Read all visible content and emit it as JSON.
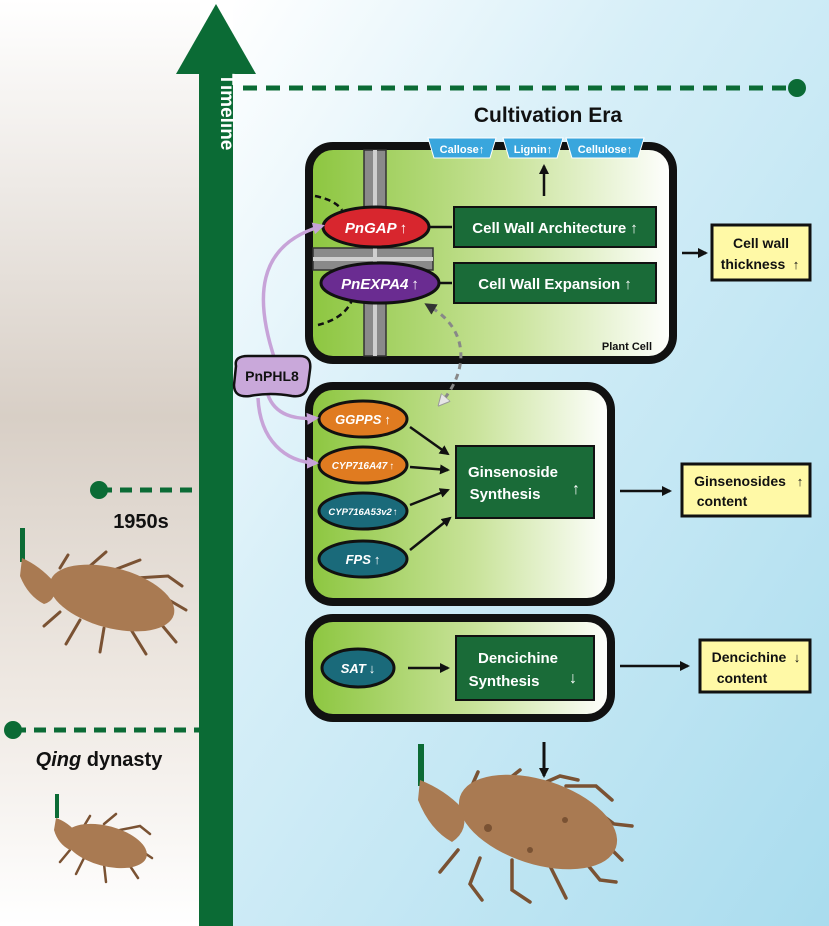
{
  "timeline": {
    "axis_label": "Timeline",
    "eras": [
      {
        "id": "cultivation",
        "label": "Cultivation Era"
      },
      {
        "id": "1950s",
        "label": "1950s"
      },
      {
        "id": "qing",
        "label_italic": "Qing",
        "label_rest": " dynasty"
      }
    ]
  },
  "plant_cell": {
    "label": "Plant Cell",
    "wall_components": [
      "Callose↑",
      "Lignin↑",
      "Cellulose↑"
    ],
    "genes": [
      {
        "name": "PnGAP",
        "arrow": "↑",
        "color": "#d8262e"
      },
      {
        "name": "PnEXPA4",
        "arrow": "↑",
        "color": "#6a2c91"
      }
    ],
    "processes": [
      {
        "label": "Cell Wall Architecture",
        "arrow": "↑"
      },
      {
        "label": "Cell Wall Expansion",
        "arrow": "↑"
      }
    ]
  },
  "regulator": {
    "name": "PnPHL8",
    "color": "#c9a8da"
  },
  "ginsenoside_box": {
    "genes": [
      {
        "name": "GGPPS",
        "arrow": "↑",
        "color": "#e07b20"
      },
      {
        "name": "CYP716A47",
        "arrow": "↑",
        "color": "#e07b20"
      },
      {
        "name": "CYP716A53v2",
        "arrow": "↑",
        "color": "#1a6a7a"
      },
      {
        "name": "FPS",
        "arrow": "↑",
        "color": "#1a6a7a"
      }
    ],
    "process_line1": "Ginsenoside",
    "process_line2": "Synthesis",
    "process_arrow": "↑"
  },
  "dencichine_box": {
    "gene": {
      "name": "SAT",
      "arrow": "↓",
      "color": "#1a6a7a"
    },
    "process_line1": "Dencichine",
    "process_line2": "Synthesis",
    "process_arrow": "↓"
  },
  "outcomes": [
    {
      "line1": "Cell wall",
      "line2": "thickness",
      "arrow": "↑"
    },
    {
      "line1": "Ginsenosides",
      "line2": "content",
      "arrow": "↑"
    },
    {
      "line1": "Dencichine",
      "line2": "content",
      "arrow": "↓"
    }
  ],
  "colors": {
    "timeline_green": "#0b6b35",
    "process_green": "#1a6b38",
    "outcome_yellow": "#fff9a6",
    "background_blue": "#bfe6f3"
  }
}
